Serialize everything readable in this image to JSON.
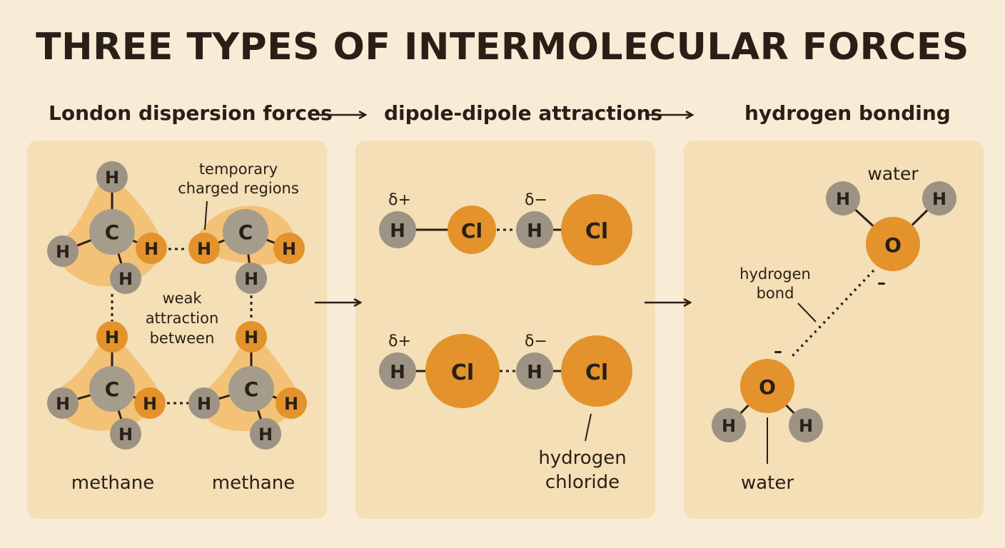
{
  "title": "THREE TYPES OF INTERMOLECULAR FORCES",
  "headings": {
    "london": "London dispersion forces",
    "dipole": "dipole-dipole attractions",
    "hbond": "hydrogen bonding"
  },
  "atoms": {
    "hydrogen": "H",
    "carbon": "C",
    "chlorine": "Cl",
    "oxygen": "O"
  },
  "london_panel": {
    "note_temporary_line1": "temporary",
    "note_temporary_line2": "charged regions",
    "note_weak_line1": "weak",
    "note_weak_line2": "attraction",
    "note_weak_line3": "between",
    "molecule_left": "methane",
    "molecule_right": "methane"
  },
  "dipole_panel": {
    "delta_plus": "δ+",
    "delta_minus": "δ−",
    "molecule_label_line1": "hydrogen",
    "molecule_label_line2": "chloride"
  },
  "hbond_panel": {
    "water_top": "water",
    "water_bottom": "water",
    "bond_label_line1": "hydrogen",
    "bond_label_line2": "bond",
    "charge_minus": "–"
  },
  "colors": {
    "background": "#f8ecd6",
    "panel": "#f4dfb6",
    "hydrogen_atom": "#9c9384",
    "orange_atom": "#e3922c",
    "carbon_atom": "#a59c8c",
    "electron_cloud": "#f2bd6c",
    "text": "#2a1f17"
  }
}
